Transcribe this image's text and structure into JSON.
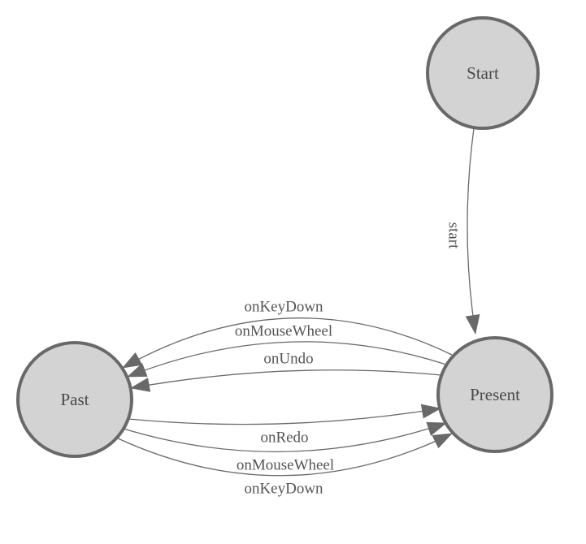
{
  "diagram": {
    "kind": "finite-state-machine",
    "colors": {
      "background": "#ffffff",
      "node_fill": "#d3d3d3",
      "node_stroke": "#696969",
      "edge_stroke": "#696969",
      "arrow_fill": "#696969",
      "node_text": "#4a4a4a",
      "edge_text": "#555555"
    },
    "nodes": [
      {
        "id": "start",
        "label": "Start"
      },
      {
        "id": "past",
        "label": "Past"
      },
      {
        "id": "present",
        "label": "Present"
      }
    ],
    "edges": [
      {
        "id": "start-to-present",
        "from": "Start",
        "to": "Present",
        "label": "start"
      },
      {
        "id": "present-to-past-onkeydown",
        "from": "Present",
        "to": "Past",
        "label": "onKeyDown"
      },
      {
        "id": "present-to-past-onmousewheel",
        "from": "Present",
        "to": "Past",
        "label": "onMouseWheel"
      },
      {
        "id": "present-to-past-onundo",
        "from": "Present",
        "to": "Past",
        "label": "onUndo"
      },
      {
        "id": "past-to-present-onredo",
        "from": "Past",
        "to": "Present",
        "label": "onRedo"
      },
      {
        "id": "past-to-present-onmousewheel",
        "from": "Past",
        "to": "Present",
        "label": "onMouseWheel"
      },
      {
        "id": "past-to-present-onkeydown",
        "from": "Past",
        "to": "Present",
        "label": "onKeyDown"
      }
    ]
  }
}
